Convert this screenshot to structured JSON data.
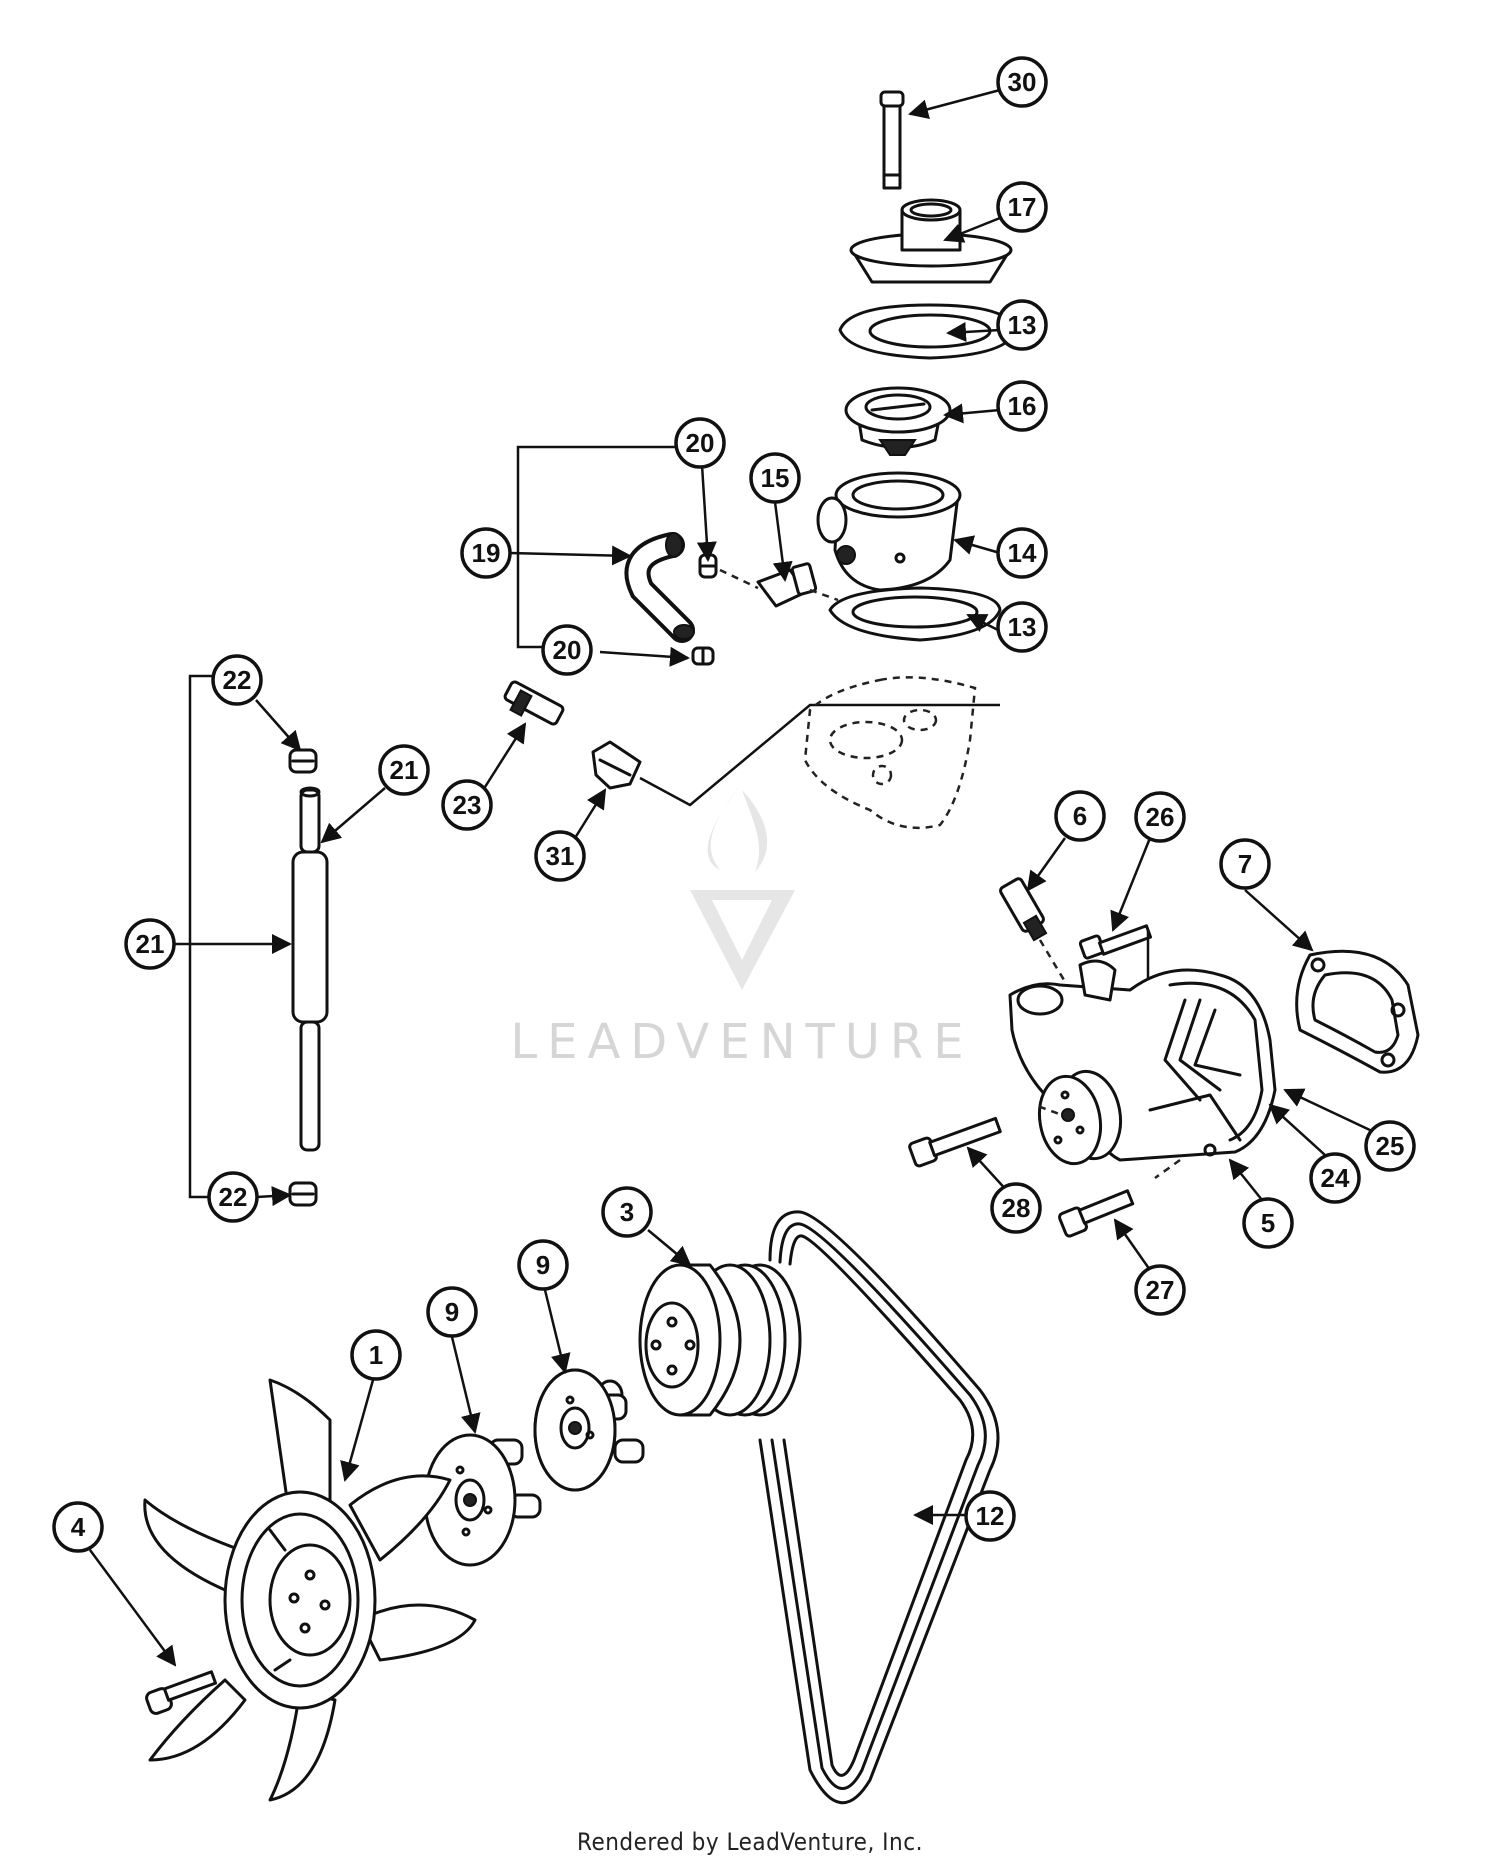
{
  "watermark": {
    "text": "LEADVENTURE"
  },
  "footer": {
    "text": "Rendered by LeadVenture, Inc."
  },
  "callouts": [
    "1",
    "3",
    "4",
    "5",
    "6",
    "7",
    "9",
    "9",
    "12",
    "13",
    "13",
    "14",
    "15",
    "16",
    "17",
    "19",
    "20",
    "20",
    "21",
    "21",
    "22",
    "22",
    "23",
    "24",
    "25",
    "26",
    "27",
    "28",
    "30",
    "31"
  ]
}
